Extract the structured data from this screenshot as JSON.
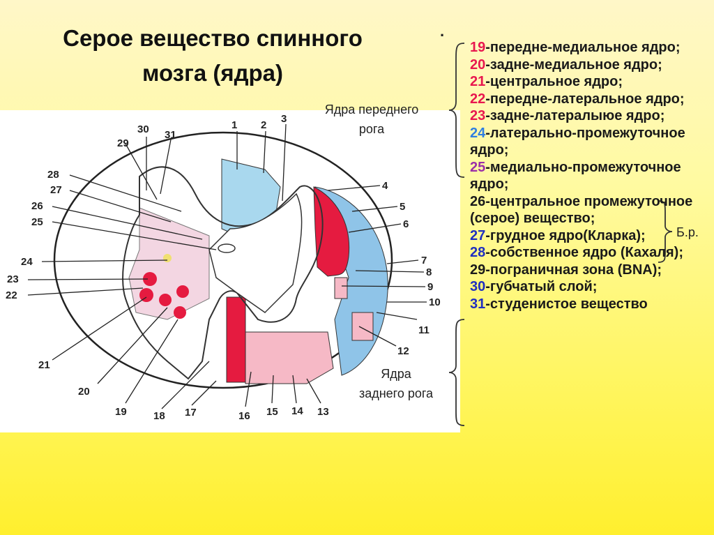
{
  "slide": {
    "title_line1": "Серое вещество спинного",
    "title_line2": "мозга (ядра)",
    "dot": "."
  },
  "labels": {
    "anterior_horn_line1": "Ядра переднего",
    "anterior_horn_line2": "рога",
    "posterior_horn_line1": "Ядра",
    "posterior_horn_line2": "заднего рога",
    "br": "Б.р."
  },
  "legend": [
    {
      "num": "19",
      "color": "#e8174f",
      "text": "-передне-медиальное ядро;"
    },
    {
      "num": "20",
      "color": "#e8174f",
      "text": "-задне-медиальное ядро;"
    },
    {
      "num": "21",
      "color": "#e8174f",
      "text": "-центральное ядро;"
    },
    {
      "num": "22",
      "color": "#e8174f",
      "text": "-передне-латеральное ядро;"
    },
    {
      "num": "23",
      "color": "#e8174f",
      "text": "-задне-латералыюе ядро;"
    },
    {
      "num": "24",
      "color": "#2f7fe0",
      "text": "-латерально-промежуточное ядро;"
    },
    {
      "num": "25",
      "color": "#9b2fa8",
      "text": "-медиально-промежуточное ядро;"
    },
    {
      "num": "26",
      "color": "#1a1a1a",
      "text": "-центральное промежуточное (серое) вещество;"
    },
    {
      "num": "27",
      "color": "#1f2fc0",
      "text": "-грудное ядро(Кларка);"
    },
    {
      "num": "28",
      "color": "#1f2fc0",
      "text": "-собственное ядро (Кахаля);"
    },
    {
      "num": "29",
      "color": "#1a1a1a",
      "text": "-пограничная зона (BNA);"
    },
    {
      "num": "30",
      "color": "#1f2fc0",
      "text": "-губчатый слой;"
    },
    {
      "num": "31",
      "color": "#1f2fc0",
      "text": "-студенистое вещество"
    }
  ],
  "diagram_numbers": [
    "1",
    "2",
    "3",
    "4",
    "5",
    "6",
    "7",
    "8",
    "9",
    "10",
    "11",
    "12",
    "13",
    "14",
    "15",
    "16",
    "17",
    "18",
    "19",
    "20",
    "21",
    "22",
    "23",
    "24",
    "25",
    "26",
    "27",
    "28",
    "29",
    "30",
    "31"
  ],
  "colors": {
    "background_top": "#fff7c8",
    "background_bottom": "#ffef2e",
    "red": "#e8174f",
    "blue": "#2f7fe0",
    "purple": "#9b2fa8",
    "dark_blue": "#1f2fc0",
    "light_blue_fill": "#9fd3ec",
    "pink_fill": "#f3c6d6"
  }
}
